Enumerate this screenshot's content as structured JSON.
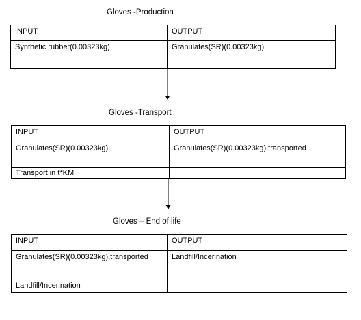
{
  "sections": [
    {
      "title": "Gloves -Production",
      "header": {
        "input": "INPUT",
        "output": "OUTPUT"
      },
      "rows": [
        {
          "input": "Synthetic rubber(0.00323kg)",
          "output": "Granulates(SR)(0.00323kg)"
        }
      ]
    },
    {
      "title": "Gloves -Transport",
      "header": {
        "input": "INPUT",
        "output": "OUTPUT"
      },
      "rows": [
        {
          "input": "Granulates(SR)(0.00323kg)",
          "output": "Granulates(SR)(0.00323kg),transported"
        },
        {
          "input": "Transport in t*KM",
          "output": ""
        }
      ]
    },
    {
      "title": "Gloves – End of life",
      "header": {
        "input": "INPUT",
        "output": "OUTPUT"
      },
      "rows": [
        {
          "input": "Granulates(SR)(0.00323kg),transported",
          "output": "Landfill/Incerination"
        },
        {
          "input": "Landfill/Incerination",
          "output": ""
        }
      ]
    }
  ]
}
